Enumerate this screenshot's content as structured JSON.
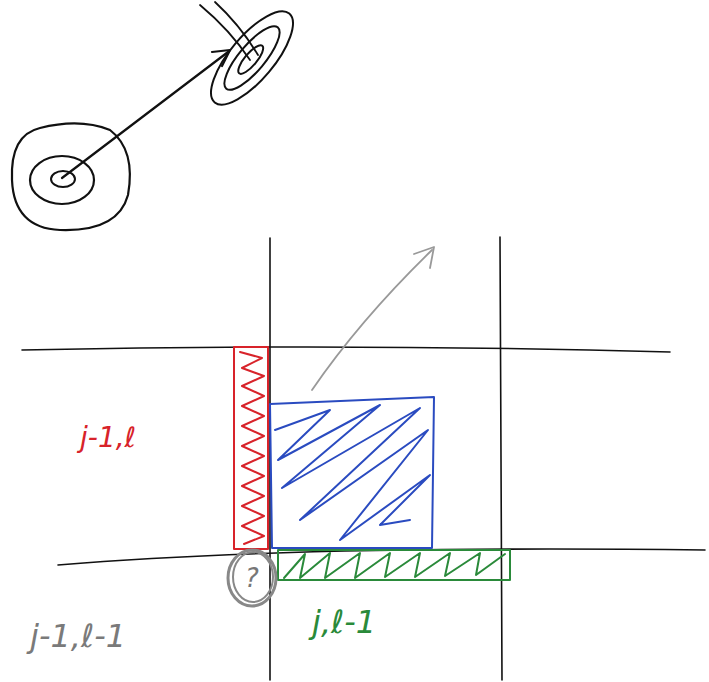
{
  "diagram": {
    "nodes": [
      {
        "text": [
          "?"
        ]
      }
    ],
    "labels": [
      "j-1,ℓ",
      "j-1,ℓ-1",
      "j,ℓ-1"
    ]
  }
}
